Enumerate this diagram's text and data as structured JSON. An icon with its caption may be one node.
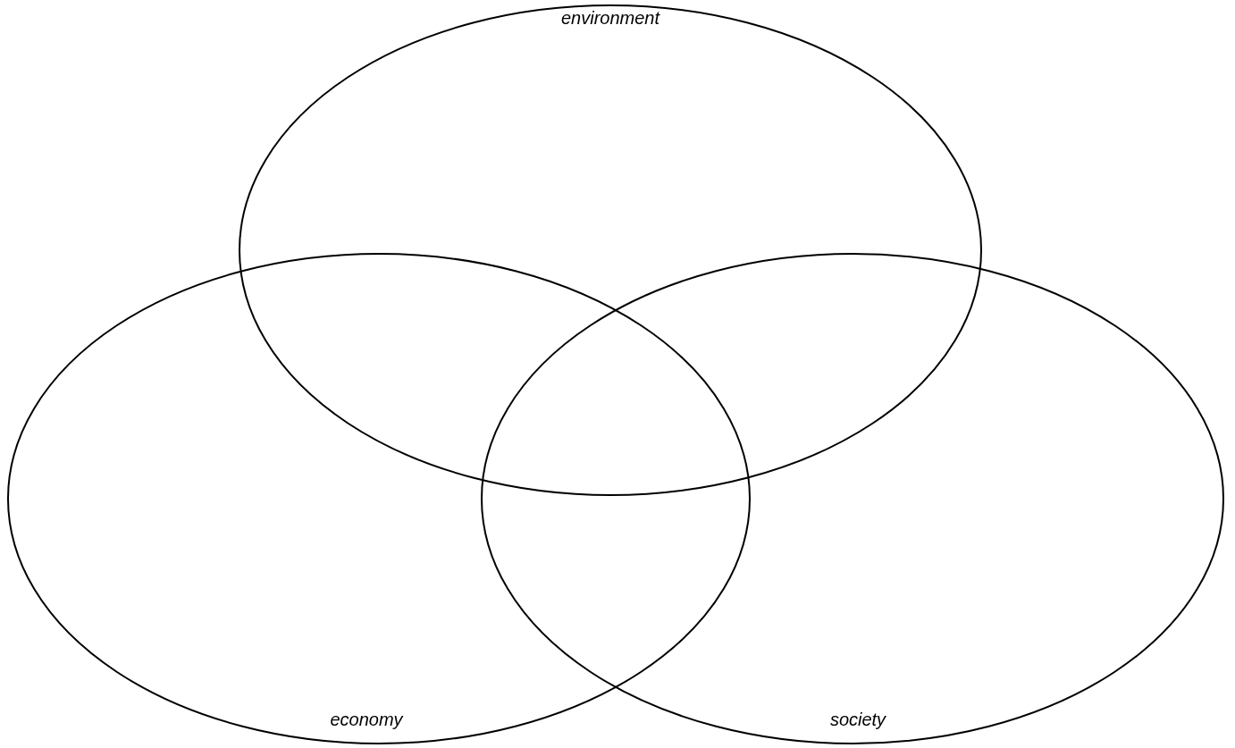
{
  "diagram": {
    "nodes": [
      {
        "text": [
          "environment"
        ]
      },
      {
        "text": [
          "economy"
        ]
      },
      {
        "text": [
          "society"
        ]
      }
    ],
    "edges": []
  }
}
